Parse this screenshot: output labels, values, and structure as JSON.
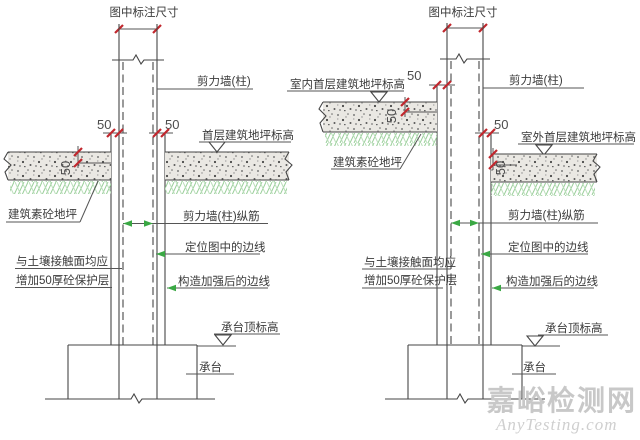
{
  "left": {
    "dim_title": "图中标注尺寸",
    "wall_label": "剪力墙(柱)",
    "floor_elevation_label": "首层建筑地坪标高",
    "plain_concrete_label": "建筑素砼地坪",
    "rebar_label": "剪力墙(柱)纵筋",
    "position_edge_label": "定位图中的边线",
    "strengthened_edge_label": "构造加强后的边线",
    "soil_note_line1": "与土壤接触面均应",
    "soil_note_line2": "增加50厚砼保护层",
    "cap_top_label": "承台顶标高",
    "cap_label": "承台",
    "dims": {
      "wall_left": "50",
      "wall_right": "50",
      "slab": "50"
    }
  },
  "right": {
    "dim_title": "图中标注尺寸",
    "wall_label": "剪力墙(柱)",
    "indoor_floor_label": "室内首层建筑地坪标高",
    "outdoor_floor_label": "室外首层建筑地坪标高",
    "plain_concrete_label": "建筑素砼地坪",
    "rebar_label": "剪力墙(柱)纵筋",
    "position_edge_label": "定位图中的边线",
    "strengthened_edge_label": "构造加强后的边线",
    "soil_note_line1": "与土壤接触面均应",
    "soil_note_line2": "增加50厚砼保护层",
    "cap_top_label": "承台顶标高",
    "cap_label": "承台",
    "dims": {
      "wall_left": "50",
      "wall_right": "50",
      "indoor_slab": "50",
      "outdoor_slab": "50"
    }
  },
  "watermark": {
    "site_name_cn": "嘉峪检测网",
    "site_name_en": "AnyTesting.com"
  },
  "colors": {
    "line": "#464646",
    "dim_tick_red": "#c1272d",
    "green_arrow": "#3aa844",
    "soil_hatch_green": "#9bcf9b",
    "concrete_fill": "#eae8e3",
    "watermark_gray": "#c8c8c8"
  }
}
